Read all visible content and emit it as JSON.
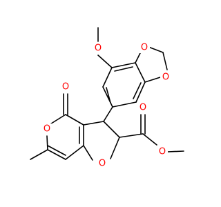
{
  "colors": {
    "background": "#ffffff",
    "bond": "#000000",
    "oxygen": "#ff0000"
  },
  "atoms": {
    "o_methoxy": "O",
    "o_dioxole_top": "O",
    "o_dioxole_bottom": "O",
    "o_ketone": "O",
    "o_pyranone_ring": "O",
    "o_furan_ring": "O",
    "o_ester_carbonyl": "O",
    "o_ester_ether": "O"
  }
}
